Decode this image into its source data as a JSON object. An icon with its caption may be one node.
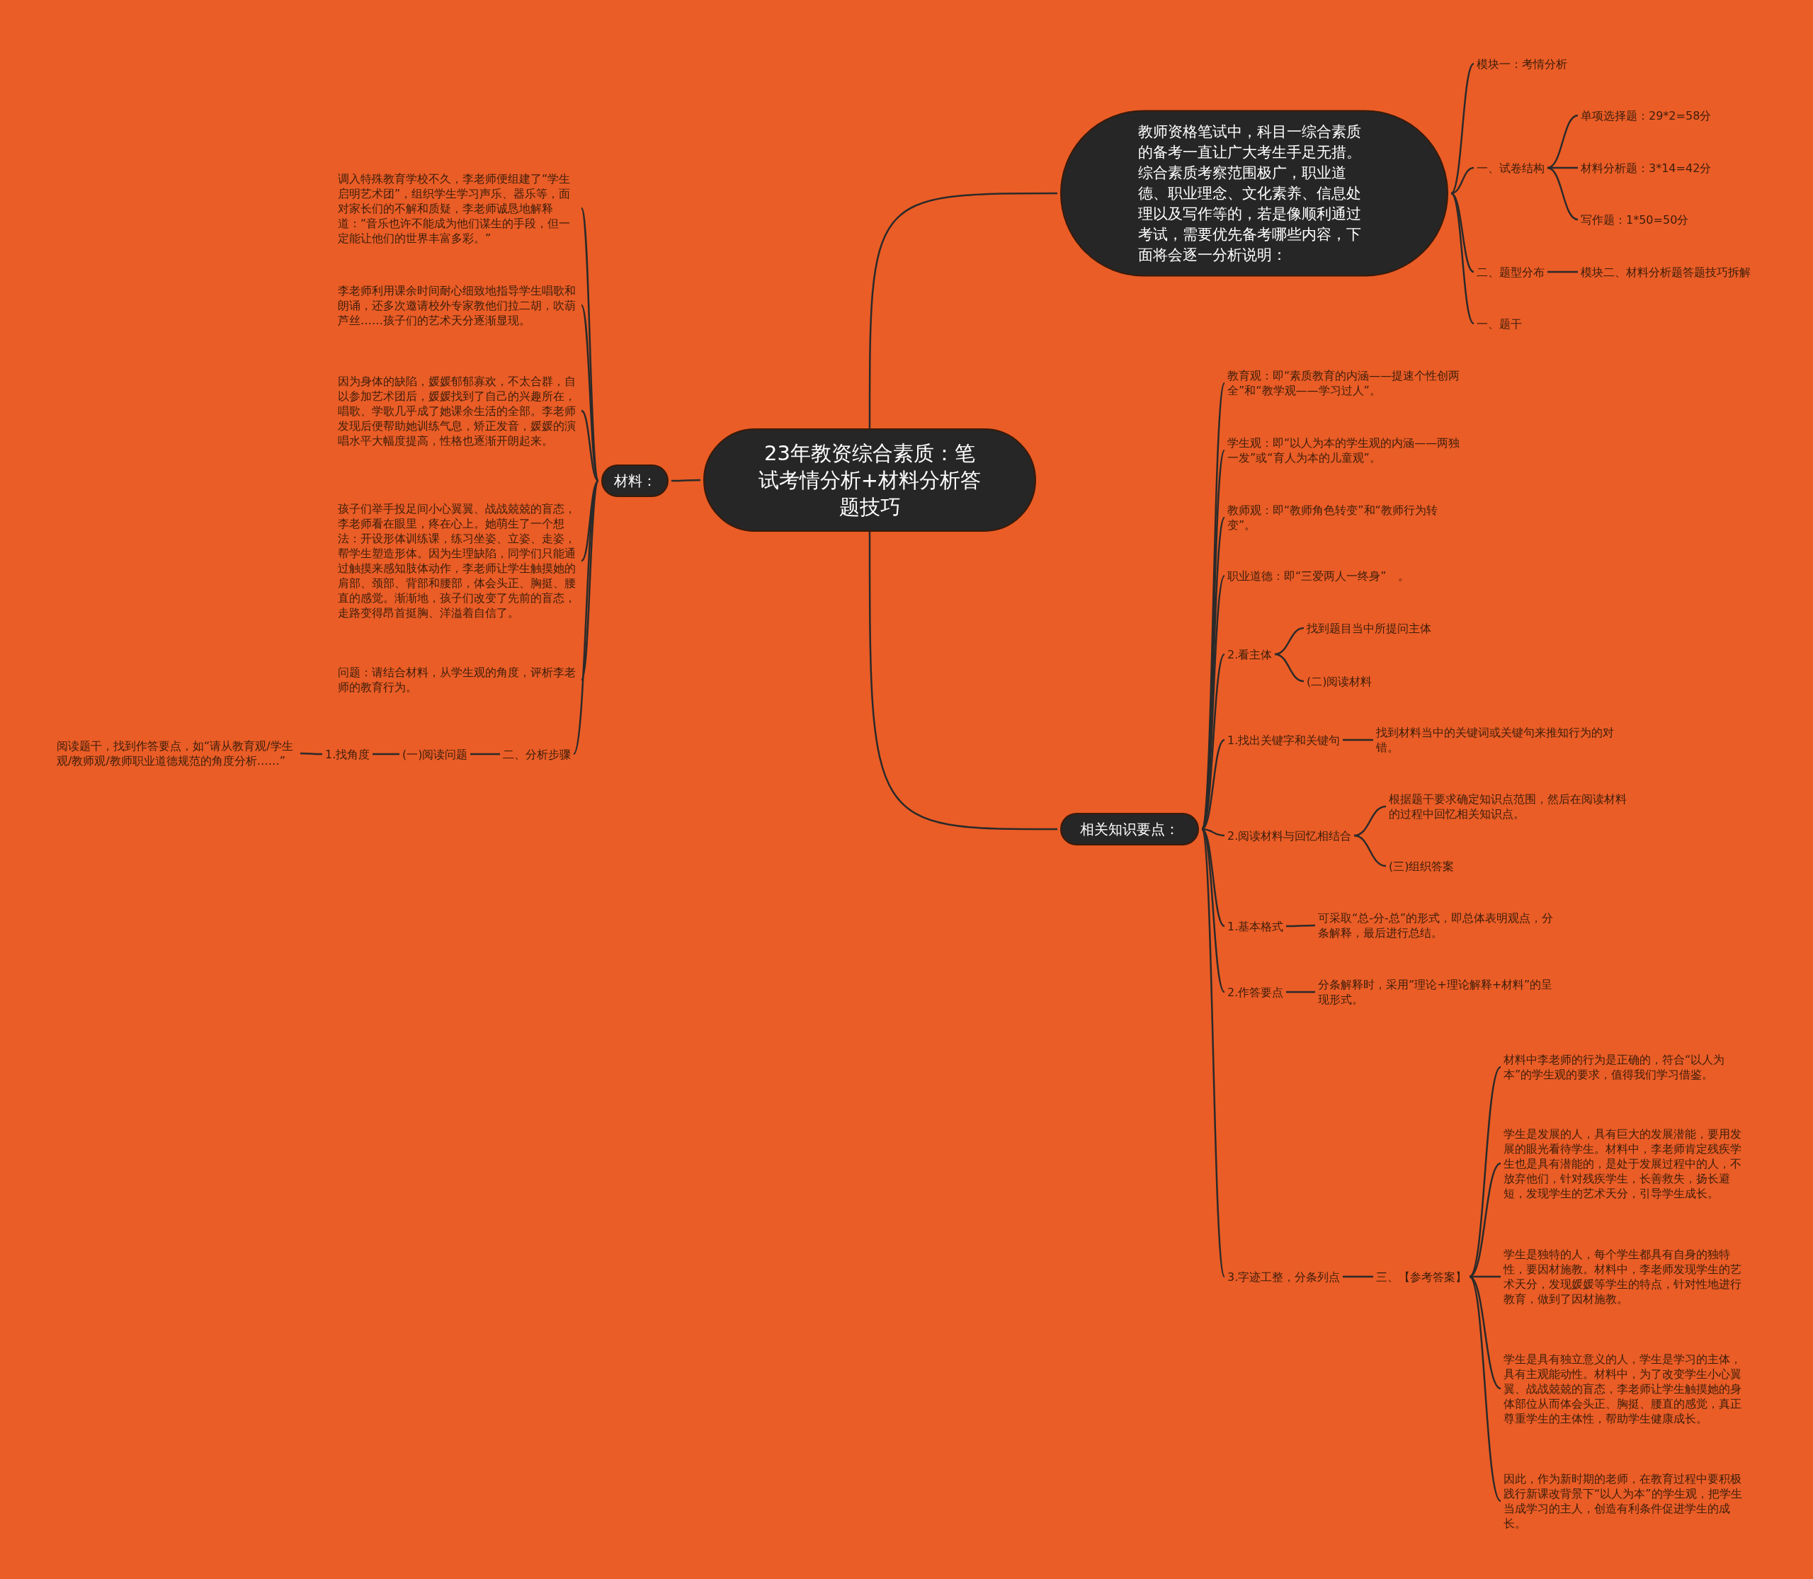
{
  "diagram": {
    "nodes": [
      {
        "text": [
          "23年教资综合素质：笔试考情分析+材料分析答题技巧"
        ]
      },
      {
        "text": [
          "教师资格笔试中，科目一综合素质的备考一直让广大考生手足无措。综合素质考察范围极广，职业道德、职业理念、文化素养、信息处理以及写作等的，若是像顺利通过考试，需要优先备考哪些内容，下面将会逐一分析说明："
        ]
      },
      {
        "text": [
          "模块一：考情分析"
        ]
      },
      {
        "text": [
          "一、试卷结构"
        ]
      },
      {
        "text": [
          "单项选择题：29*2=58分"
        ]
      },
      {
        "text": [
          "材料分析题：3*14=42分"
        ]
      },
      {
        "text": [
          "写作题：1*50=50分"
        ]
      },
      {
        "text": [
          "二、题型分布"
        ]
      },
      {
        "text": [
          "模块二、材料分析题答题技巧拆解"
        ]
      },
      {
        "text": [
          "一、题干"
        ]
      },
      {
        "text": [
          "相关知识要点："
        ]
      },
      {
        "text": [
          "教育观：即“素质教育的内涵——提速个性创两全”和“教学观——学习过人”。"
        ]
      },
      {
        "text": [
          "学生观：即“以人为本的学生观的内涵——两独一发”或“育人为本的儿童观”。"
        ]
      },
      {
        "text": [
          "教师观：即“教师角色转变”和“教师行为转变”。"
        ]
      },
      {
        "text": [
          "职业道德：即“三爱两人一终身”　。"
        ]
      },
      {
        "text": [
          "2.看主体"
        ]
      },
      {
        "text": [
          "找到题目当中所提问主体"
        ]
      },
      {
        "text": [
          "(二)阅读材料"
        ]
      },
      {
        "text": [
          "1.找出关键字和关键句"
        ]
      },
      {
        "text": [
          "找到材料当中的关键词或关键句来推知行为的对错。"
        ]
      },
      {
        "text": [
          "2.阅读材料与回忆相结合"
        ]
      },
      {
        "text": [
          "根据题干要求确定知识点范围，然后在阅读材料的过程中回忆相关知识点。"
        ]
      },
      {
        "text": [
          "(三)组织答案"
        ]
      },
      {
        "text": [
          "1.基本格式"
        ]
      },
      {
        "text": [
          "可采取“总-分-总”的形式，即总体表明观点，分条解释，最后进行总结。"
        ]
      },
      {
        "text": [
          "2.作答要点"
        ]
      },
      {
        "text": [
          "分条解释时，采用“理论+理论解释+材料”的呈现形式。"
        ]
      },
      {
        "text": [
          "3.字迹工整，分条列点"
        ]
      },
      {
        "text": [
          "三、【参考答案】"
        ]
      },
      {
        "text": [
          "材料中李老师的行为是正确的，符合“以人为本”的学生观的要求，值得我们学习借鉴。"
        ]
      },
      {
        "text": [
          "学生是发展的人，具有巨大的发展潜能，要用发展的眼光看待学生。材料中，李老师肯定残疾学生也是具有潜能的，是处于发展过程中的人，不放弃他们，针对残疾学生，长善救失，扬长避短，发现学生的艺术天分，引导学生成长。"
        ]
      },
      {
        "text": [
          "学生是独特的人，每个学生都具有自身的独特性，要因材施教。材料中，李老师发现学生的艺术天分，发现媛媛等学生的特点，针对性地进行教育，做到了因材施教。"
        ]
      },
      {
        "text": [
          "学生是具有独立意义的人，学生是学习的主体，具有主观能动性。材料中，为了改变学生小心翼翼、战战兢兢的盲态，李老师让学生触摸她的身体部位从而体会头正、胸挺、腰直的感觉，真正尊重学生的主体性，帮助学生健康成长。"
        ]
      },
      {
        "text": [
          "因此，作为新时期的老师，在教育过程中要积极践行新课改背景下“以人为本”的学生观，把学生当成学习的主人，创造有利条件促进学生的成长。"
        ]
      },
      {
        "text": [
          "材料："
        ]
      },
      {
        "text": [
          "调入特殊教育学校不久，李老师便组建了“学生启明艺术团”，组织学生学习声乐、器乐等，面对家长们的不解和质疑，李老师诚恳地解释道：“音乐也许不能成为他们谋生的手段，但一定能让他们的世界丰富多彩。”"
        ]
      },
      {
        "text": [
          "李老师利用课余时间耐心细致地指导学生唱歌和朗诵，还多次邀请校外专家教他们拉二胡，吹葫芦丝……孩子们的艺术天分逐渐显现。"
        ]
      },
      {
        "text": [
          "因为身体的缺陷，媛媛郁郁寡欢，不太合群，自以参加艺术团后，媛媛找到了自己的兴趣所在，唱歌、学歌几乎成了她课余生活的全部。李老师发现后便帮助她训练气息，矫正发音，媛媛的演唱水平大幅度提高，性格也逐渐开朗起来。"
        ]
      },
      {
        "text": [
          "孩子们举手投足间小心翼翼、战战兢兢的盲态，李老师看在眼里，疼在心上。她萌生了一个想法：开设形体训练课，练习坐姿、立姿、走姿，帮学生塑造形体。因为生理缺陷，同学们只能通过触摸来感知肢体动作，李老师让学生触摸她的肩部、颈部、背部和腰部，体会头正、胸挺、腰直的感觉。渐渐地，孩子们改变了先前的盲态，走路变得昂首挺胸、洋溢着自信了。"
        ]
      },
      {
        "text": [
          "问题：请结合材料，从学生观的角度，评析李老师的教育行为。"
        ]
      },
      {
        "text": [
          "二、分析步骤"
        ]
      },
      {
        "text": [
          "(一)阅读问题"
        ]
      },
      {
        "text": [
          "1.找角度"
        ]
      },
      {
        "text": [
          "阅读题干，找到作答要点，如“请从教育观/学生观/教师观/教师职业道德规范的角度分析……”"
        ]
      }
    ],
    "edges": [
      {
        "from": 0,
        "to": 1,
        "arrow": "none"
      },
      {
        "from": 0,
        "to": 10,
        "arrow": "none"
      },
      {
        "from": 0,
        "to": 34,
        "arrow": "none"
      },
      {
        "from": 1,
        "to": 2,
        "arrow": "none"
      },
      {
        "from": 1,
        "to": 3,
        "arrow": "none"
      },
      {
        "from": 3,
        "to": 4,
        "arrow": "none"
      },
      {
        "from": 3,
        "to": 5,
        "arrow": "none"
      },
      {
        "from": 3,
        "to": 6,
        "arrow": "none"
      },
      {
        "from": 1,
        "to": 7,
        "arrow": "none"
      },
      {
        "from": 7,
        "to": 8,
        "arrow": "none"
      },
      {
        "from": 1,
        "to": 9,
        "arrow": "none"
      },
      {
        "from": 10,
        "to": 11,
        "arrow": "none"
      },
      {
        "from": 10,
        "to": 12,
        "arrow": "none"
      },
      {
        "from": 10,
        "to": 13,
        "arrow": "none"
      },
      {
        "from": 10,
        "to": 14,
        "arrow": "none"
      },
      {
        "from": 10,
        "to": 15,
        "arrow": "none"
      },
      {
        "from": 15,
        "to": 16,
        "arrow": "none"
      },
      {
        "from": 15,
        "to": 17,
        "arrow": "none"
      },
      {
        "from": 10,
        "to": 18,
        "arrow": "none"
      },
      {
        "from": 18,
        "to": 19,
        "arrow": "none"
      },
      {
        "from": 10,
        "to": 20,
        "arrow": "none"
      },
      {
        "from": 20,
        "to": 21,
        "arrow": "none"
      },
      {
        "from": 20,
        "to": 22,
        "arrow": "none"
      },
      {
        "from": 10,
        "to": 23,
        "arrow": "none"
      },
      {
        "from": 23,
        "to": 24,
        "arrow": "none"
      },
      {
        "from": 10,
        "to": 25,
        "arrow": "none"
      },
      {
        "from": 25,
        "to": 26,
        "arrow": "none"
      },
      {
        "from": 10,
        "to": 27,
        "arrow": "none"
      },
      {
        "from": 27,
        "to": 28,
        "arrow": "none"
      },
      {
        "from": 28,
        "to": 29,
        "arrow": "none"
      },
      {
        "from": 28,
        "to": 30,
        "arrow": "none"
      },
      {
        "from": 28,
        "to": 31,
        "arrow": "none"
      },
      {
        "from": 28,
        "to": 32,
        "arrow": "none"
      },
      {
        "from": 28,
        "to": 33,
        "arrow": "none"
      },
      {
        "from": 34,
        "to": 35,
        "arrow": "none"
      },
      {
        "from": 34,
        "to": 36,
        "arrow": "none"
      },
      {
        "from": 34,
        "to": 37,
        "arrow": "none"
      },
      {
        "from": 34,
        "to": 38,
        "arrow": "none"
      },
      {
        "from": 34,
        "to": 39,
        "arrow": "none"
      },
      {
        "from": 34,
        "to": 40,
        "arrow": "none"
      },
      {
        "from": 40,
        "to": 41,
        "arrow": "none"
      },
      {
        "from": 41,
        "to": 42,
        "arrow": "none"
      },
      {
        "from": 42,
        "to": 43,
        "arrow": "none"
      }
    ]
  }
}
